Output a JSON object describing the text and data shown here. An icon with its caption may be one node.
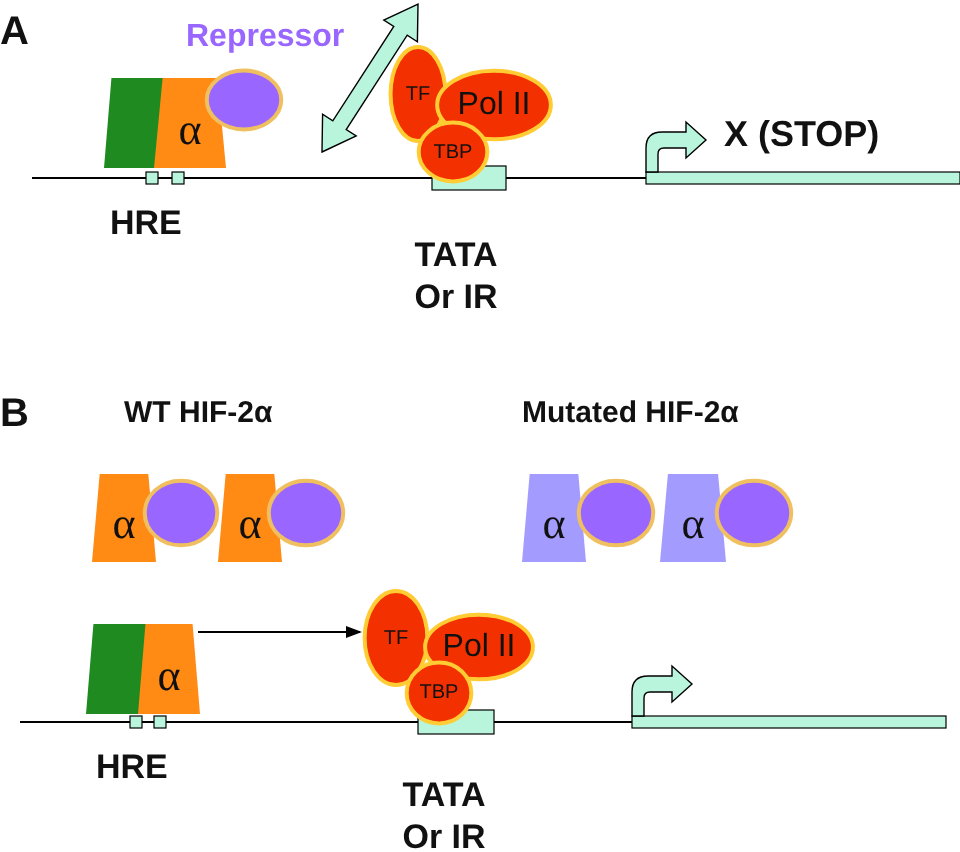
{
  "diagram": {
    "nodes": [
      {
        "text": [],
        "shape": "box"
      },
      {
        "text": [
          "α"
        ]
      },
      {
        "text": [],
        "shape": "circle",
        "beside": [
          "Repressor"
        ]
      },
      {
        "text": [
          "TF"
        ]
      },
      {
        "text": [
          "Pol II"
        ]
      },
      {
        "text": [
          "TBP"
        ]
      },
      {
        "text": [
          "α"
        ]
      },
      {
        "text": [],
        "shape": "circle"
      },
      {
        "text": [
          "α"
        ]
      },
      {
        "text": [],
        "shape": "circle"
      },
      {
        "text": [
          "α"
        ]
      },
      {
        "text": [],
        "shape": "circle"
      },
      {
        "text": [
          "α"
        ]
      },
      {
        "text": [],
        "shape": "circle"
      },
      {
        "text": [],
        "shape": "box"
      },
      {
        "text": [
          "α"
        ]
      },
      {
        "text": [
          "TF"
        ]
      },
      {
        "text": [
          "Pol II"
        ]
      },
      {
        "text": [
          "TBP"
        ]
      }
    ],
    "edges": [
      {
        "from": 2,
        "to": 3,
        "arrow": "both",
        "style": "thick"
      },
      {
        "from": 15,
        "to": 16,
        "arrow": "to"
      }
    ],
    "labels": [
      "A",
      "X (STOP)",
      "HRE",
      "TATA Or IR",
      "B",
      "WT HIF-2α",
      "Mutated HIF-2α",
      "HRE",
      "TATA Or IR"
    ]
  }
}
